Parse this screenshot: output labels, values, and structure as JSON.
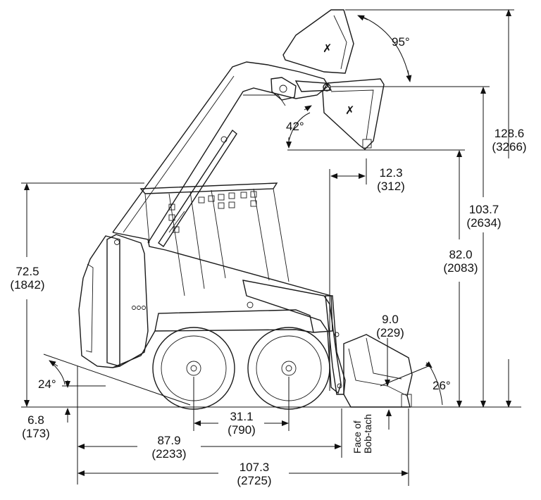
{
  "dimensions": {
    "overall_height": {
      "inches": "128.6",
      "mm": "(3266)"
    },
    "hinge_pin_height": {
      "inches": "103.7",
      "mm": "(2634)"
    },
    "dump_height": {
      "inches": "82.0",
      "mm": "(2083)"
    },
    "cab_height": {
      "inches": "72.5",
      "mm": "(1842)"
    },
    "dump_reach": {
      "inches": "12.3",
      "mm": "(312)"
    },
    "bucket_reach": {
      "inches": "9.0",
      "mm": "(229)"
    },
    "ground_clearance": {
      "inches": "6.8",
      "mm": "(173)"
    },
    "wheelbase": {
      "inches": "31.1",
      "mm": "(790)"
    },
    "length_without_bucket": {
      "inches": "87.9",
      "mm": "(2233)"
    },
    "length_with_bucket": {
      "inches": "107.3",
      "mm": "(2725)"
    }
  },
  "angles": {
    "bucket_rollback_top": "95°",
    "dump_angle": "42°",
    "departure_angle": "24°",
    "bucket_rollback_ground": "26°"
  },
  "labels": {
    "face_line_1": "Face of",
    "face_line_2": "Bob-tach"
  }
}
